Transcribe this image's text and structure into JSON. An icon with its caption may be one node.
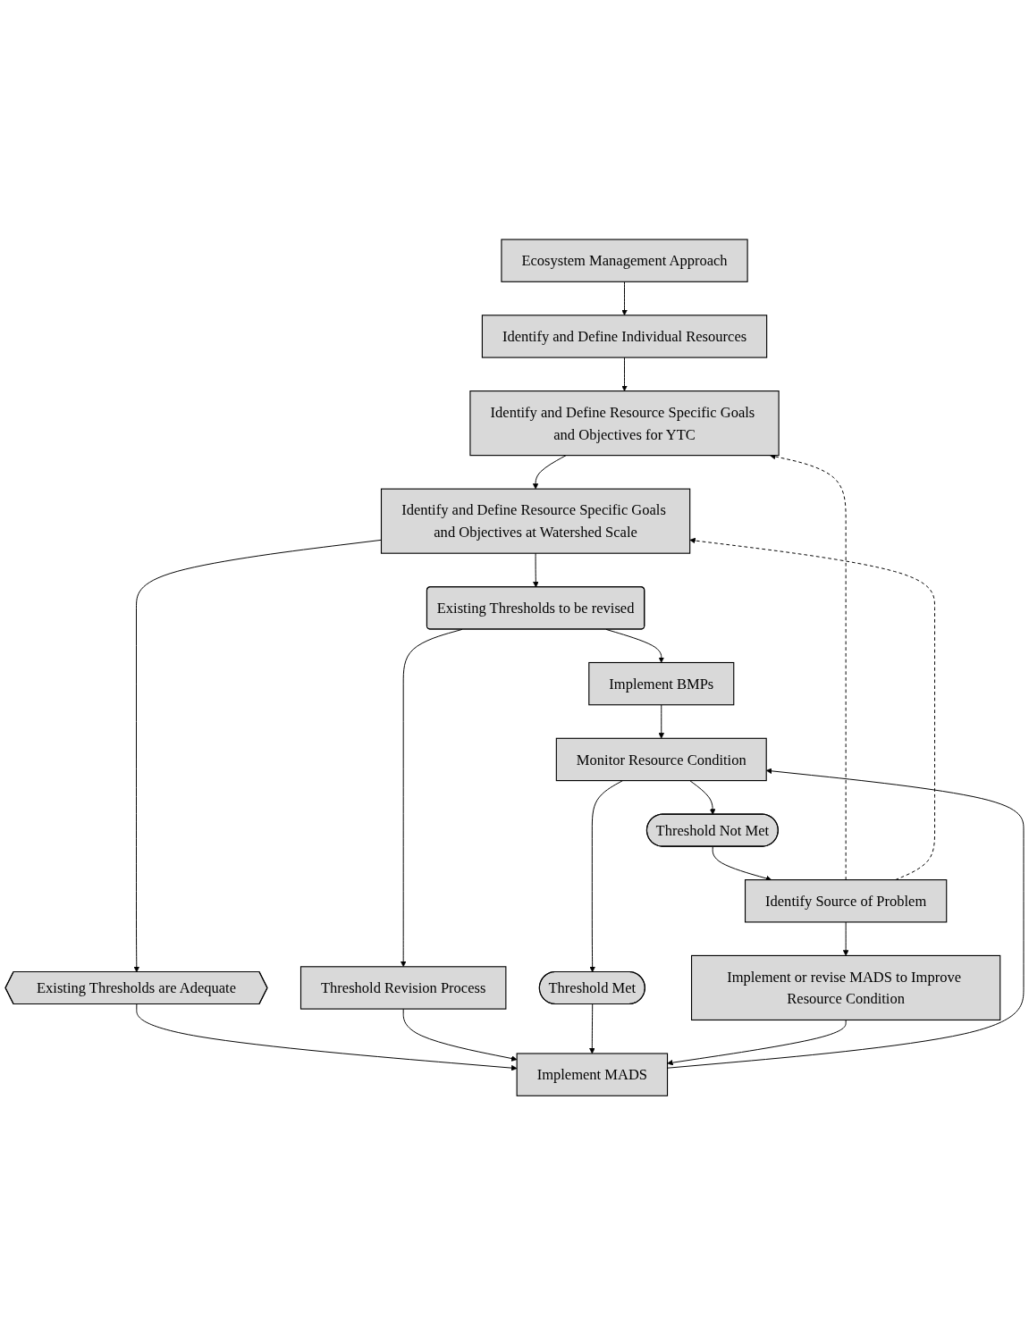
{
  "diagram": {
    "nodes": [
      {
        "text": [
          "Ecosystem Management Approach"
        ]
      },
      {
        "text": [
          "Identify and Define Individual Resources"
        ]
      },
      {
        "text": [
          "Identify and Define Resource Specific Goals and Objectives for YTC"
        ]
      },
      {
        "text": [
          "Identify and Define Resource Specific Goals and Objectives at Watershed Scale"
        ]
      },
      {
        "text": [
          "Existing Thresholds to be revised"
        ]
      },
      {
        "text": [
          "Existing Thresholds are Adequate"
        ]
      },
      {
        "text": [
          "Implement BMPs"
        ]
      },
      {
        "text": [
          "Threshold Revision Process"
        ]
      },
      {
        "text": [
          "Implement MADS"
        ]
      },
      {
        "text": [
          "Monitor Resource Condition"
        ]
      },
      {
        "text": [
          "Threshold Met"
        ]
      },
      {
        "text": [
          "Threshold Not Met"
        ]
      },
      {
        "text": [
          "Identify Source of Problem"
        ]
      },
      {
        "text": [
          "Implement or revise MADS to Improve Resource Condition"
        ]
      }
    ],
    "edges": [
      {
        "from": 0,
        "to": 1,
        "arrow": "to"
      },
      {
        "from": 1,
        "to": 2,
        "arrow": "to"
      },
      {
        "from": 2,
        "to": 3,
        "arrow": "to"
      },
      {
        "from": 3,
        "to": 4,
        "arrow": "to"
      },
      {
        "from": 3,
        "to": 5,
        "arrow": "to"
      },
      {
        "from": 4,
        "to": 6,
        "arrow": "to"
      },
      {
        "from": 4,
        "to": 7,
        "arrow": "to"
      },
      {
        "from": 5,
        "to": 8,
        "arrow": "to"
      },
      {
        "from": 7,
        "to": 8,
        "arrow": "to"
      },
      {
        "from": 6,
        "to": 9,
        "arrow": "to"
      },
      {
        "from": 8,
        "to": 9,
        "arrow": "to"
      },
      {
        "from": 9,
        "to": 10,
        "arrow": "to"
      },
      {
        "from": 9,
        "to": 11,
        "arrow": "to"
      },
      {
        "from": 10,
        "to": 8,
        "arrow": "to"
      },
      {
        "from": 11,
        "to": 12,
        "arrow": "to"
      },
      {
        "from": 12,
        "to": 2,
        "arrow": "to",
        "style": "dashed"
      },
      {
        "from": 12,
        "to": 3,
        "arrow": "to",
        "style": "dashed"
      },
      {
        "from": 12,
        "to": 13,
        "arrow": "to"
      },
      {
        "from": 13,
        "to": 8,
        "arrow": "to"
      }
    ]
  }
}
